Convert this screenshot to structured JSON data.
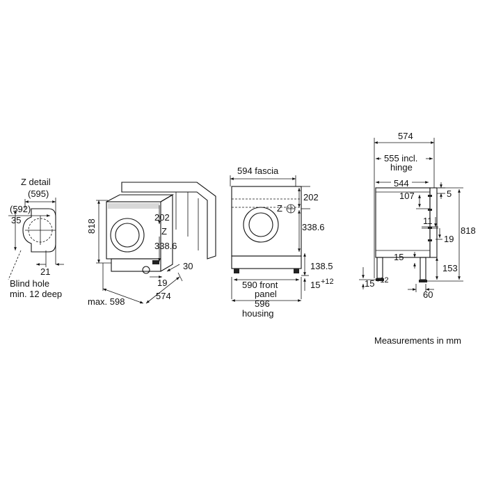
{
  "z_detail": {
    "title": "Z detail",
    "dim_595": "(595)",
    "dim_592": "(592)",
    "dim_35": "35",
    "dim_21": "21",
    "blind_hole_line1": "Blind hole",
    "blind_hole_line2": "min. 12 deep"
  },
  "perspective": {
    "dim_818": "818",
    "dim_202": "202",
    "z_label": "Z",
    "dim_338": "338.6",
    "dim_30": "30",
    "dim_19": "19",
    "dim_max598": "max. 598",
    "dim_574": "574"
  },
  "front": {
    "fascia": "594 fascia",
    "dim_202": "202",
    "z_label": "Z",
    "dim_338": "338.6",
    "dim_138": "138.5",
    "dim_15": "15",
    "dim_15_sup": "+12",
    "front_panel_1": "590 front",
    "front_panel_2": "panel",
    "housing_1": "596",
    "housing_2": "housing"
  },
  "side": {
    "dim_574": "574",
    "dim_555_1": "555 incl.",
    "dim_555_2": "hinge",
    "dim_544": "544",
    "dim_5": "5",
    "dim_107": "107",
    "dim_818": "818",
    "dim_11": "11",
    "dim_19": "19",
    "dim_15": "15",
    "dim_153": "153",
    "dim_15b": "15",
    "dim_15b_sup": "+12",
    "dim_60": "60"
  },
  "footer": {
    "units": "Measurements in mm"
  }
}
